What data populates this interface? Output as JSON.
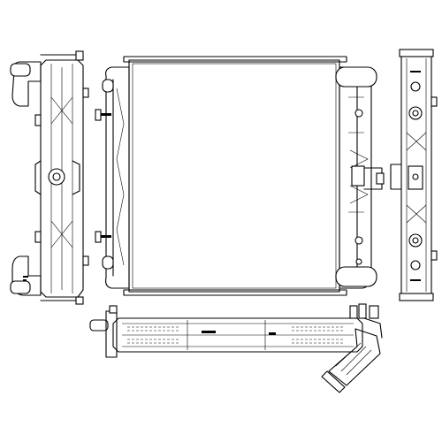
{
  "drawing": {
    "views": [
      {
        "name": "left-side-view"
      },
      {
        "name": "front-view"
      },
      {
        "name": "right-side-view"
      },
      {
        "name": "bottom-view"
      }
    ],
    "colors": {
      "line": "#000000",
      "background": "#ffffff"
    }
  }
}
